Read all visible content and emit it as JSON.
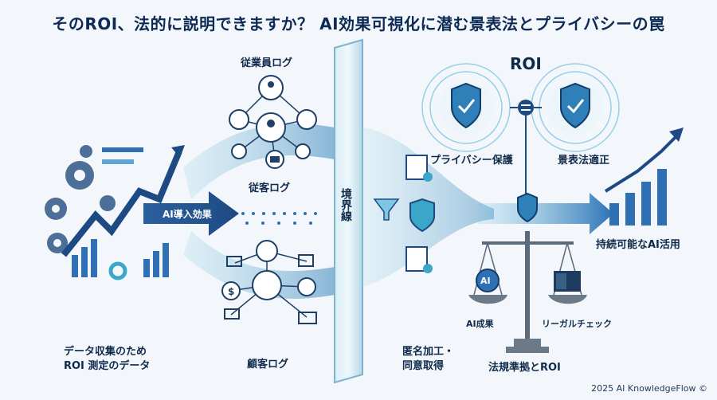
{
  "title": "そのROI、法的に説明できますか？ AI効果可視化に潜む景表法とプライバシーの罠",
  "left": {
    "arrow_label": "AI導入効果",
    "caption_line1": "データ収集のため",
    "caption_line2": "ROI 測定のデータ"
  },
  "logs": {
    "employee": "従業員ログ",
    "customer_visit": "従客ログ",
    "customer": "顧客ログ"
  },
  "boundary": {
    "label": "境界線"
  },
  "middle_right": {
    "caption_line1": "匿名加工・",
    "caption_line2": "同意取得"
  },
  "right": {
    "roi": "ROI",
    "privacy": "プライバシー保護",
    "compliance": "景表法適正",
    "sustainable": "持続可能なAI活用",
    "ai_result": "AI成果",
    "legal_check": "リーガルチェック",
    "bottom_caption": "法規準拠とROI",
    "scale_ai": "AI"
  },
  "footer": "2025 AI KnowledgeFlow ©",
  "colors": {
    "navy": "#0f2a4a",
    "blue": "#2f6fb3",
    "teal": "#3aa7c9",
    "light": "#bfe2ef"
  }
}
